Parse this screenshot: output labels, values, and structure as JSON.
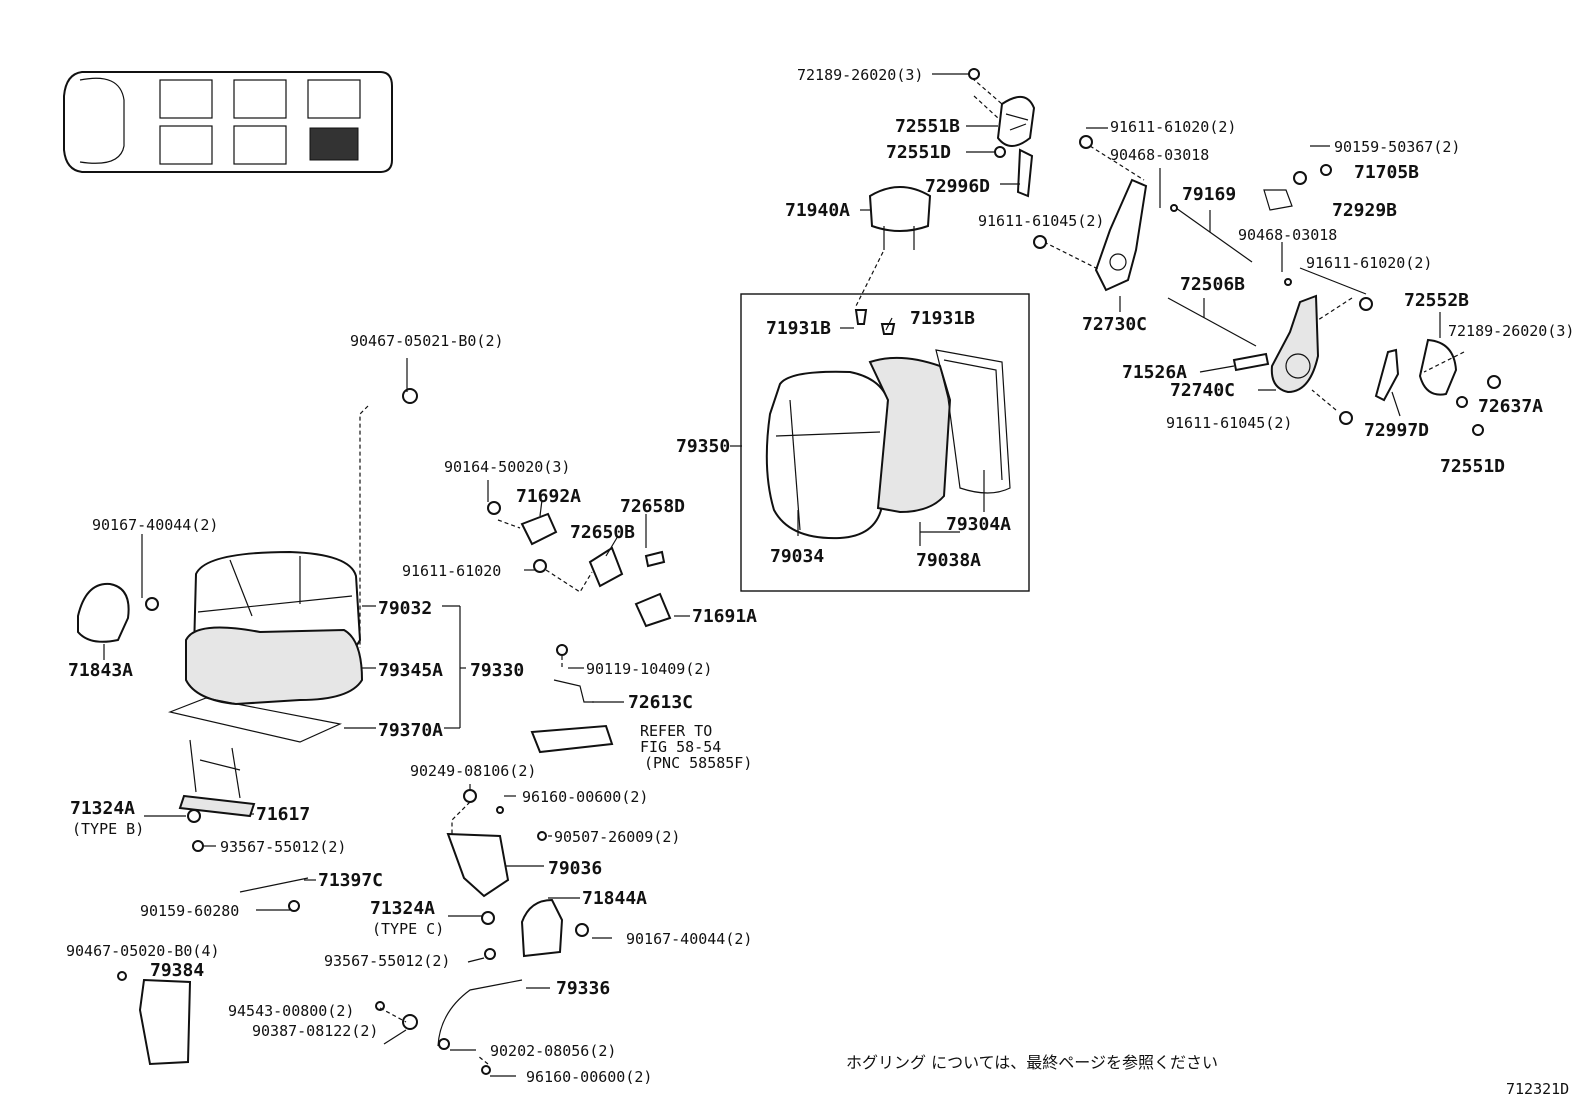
{
  "figure_code": "712321D",
  "note": "ホグリング については、最終ページを参照ください",
  "refer": {
    "line1": "REFER TO",
    "line2": "FIG 58-54",
    "line3": "(PNC 58585F)"
  },
  "labels": {
    "l72189a": "72189-26020(3)",
    "l72551b": "72551B",
    "l72551d_top": "72551D",
    "l72996d": "72996D",
    "l71940a": "71940A",
    "l91611_61020_a": "91611-61020(2)",
    "l90468_a": "90468-03018",
    "l91611_61045_a": "91611-61045(2)",
    "l72730c": "72730C",
    "l79169": "79169",
    "l90159_50367": "90159-50367(2)",
    "l71705b": "71705B",
    "l72929b": "72929B",
    "l90468_b": "90468-03018",
    "l91611_61020_b": "91611-61020(2)",
    "l72506b": "72506B",
    "l72552b": "72552B",
    "l72189b": "72189-26020(3)",
    "l71526a": "71526A",
    "l72740c": "72740C",
    "l72637a": "72637A",
    "l91611_61045_b": "91611-61045(2)",
    "l72997d": "72997D",
    "l72551d_bot": "72551D",
    "l71931b_l": "71931B",
    "l71931b_r": "71931B",
    "l79350": "79350",
    "l79034": "79034",
    "l79304a": "79304A",
    "l79038a": "79038A",
    "l90467_b0_2": "90467-05021-B0(2)",
    "l90164": "90164-50020(3)",
    "l71692a": "71692A",
    "l72658d": "72658D",
    "l72650b": "72650B",
    "l91611_61020_c": "91611-61020",
    "l71691a": "71691A",
    "l90167_a": "90167-40044(2)",
    "l71843a": "71843A",
    "l79032": "79032",
    "l79345a": "79345A",
    "l79330": "79330",
    "l79370a": "79370A",
    "l90119": "90119-10409(2)",
    "l72613c": "72613C",
    "l90249": "90249-08106(2)",
    "l96160_a": "96160-00600(2)",
    "l90507": "90507-26009(2)",
    "l79036": "79036",
    "l71324a_b": "71324A",
    "l_typeb": "(TYPE B)",
    "l71617": "71617",
    "l93567_a": "93567-55012(2)",
    "l71397c": "71397C",
    "l90159_60280": "90159-60280",
    "l71324a_c": "71324A",
    "l_typec": "(TYPE C)",
    "l71844a": "71844A",
    "l90167_b": "90167-40044(2)",
    "l93567_b": "93567-55012(2)",
    "l90467_b0_4": "90467-05020-B0(4)",
    "l79384": "79384",
    "l79336": "79336",
    "l94543": "94543-00800(2)",
    "l90387": "90387-08122(2)",
    "l90202": "90202-08056(2)",
    "l96160_b": "96160-00600(2)"
  }
}
